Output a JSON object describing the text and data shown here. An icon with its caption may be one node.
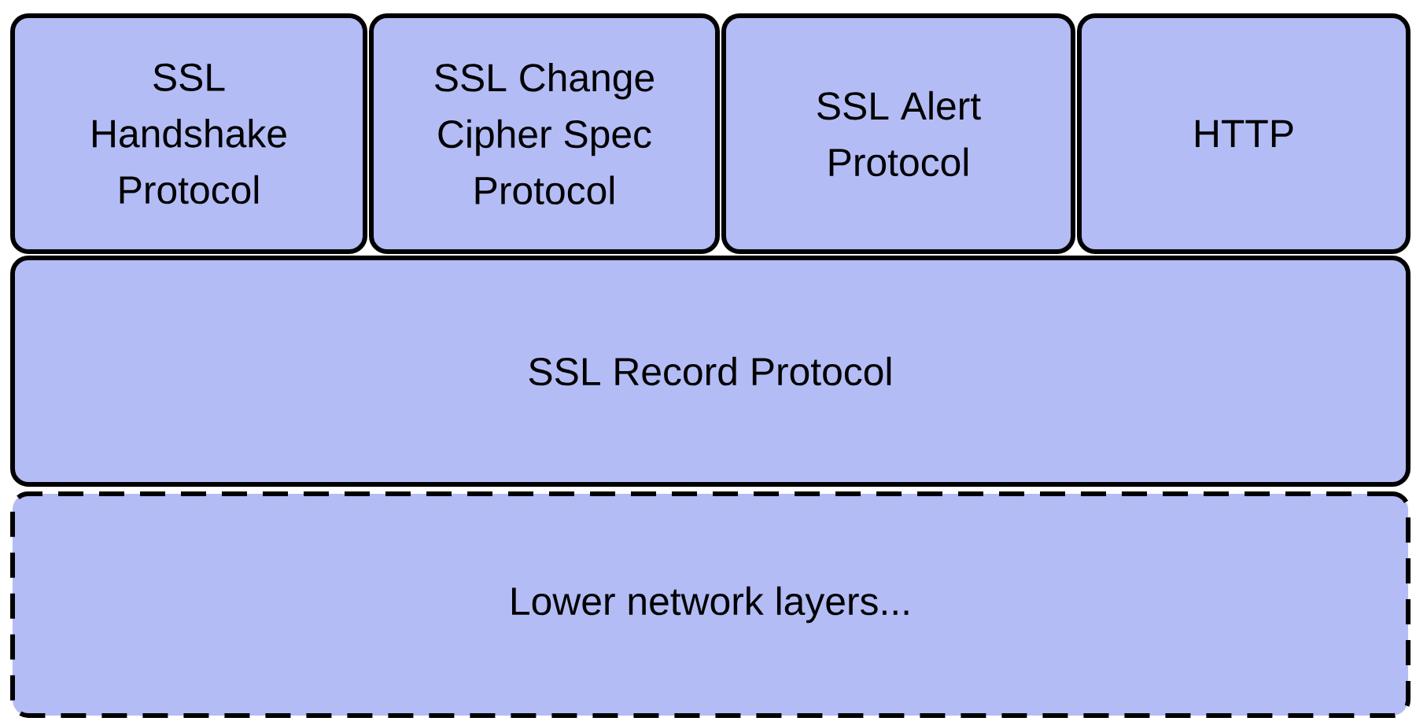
{
  "diagram": {
    "nodes": [
      {
        "text": [
          "SSL Handshake Protocol"
        ]
      },
      {
        "text": [
          "SSL Change Cipher Spec Protocol"
        ]
      },
      {
        "text": [
          "SSL Alert Protocol"
        ]
      },
      {
        "text": [
          "HTTP"
        ]
      },
      {
        "text": [
          "SSL Record Protocol"
        ]
      },
      {
        "text": [
          "Lower network layers..."
        ]
      }
    ]
  }
}
